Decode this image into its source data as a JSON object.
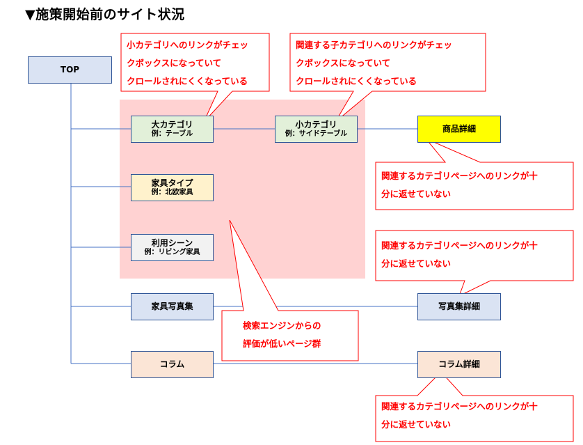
{
  "title": "▼施策開始前のサイト状況",
  "nodes": {
    "top": {
      "label": "TOP"
    },
    "large_category": {
      "label": "大カテゴリ",
      "example": "例：テーブル"
    },
    "small_category": {
      "label": "小カテゴリ",
      "example": "例：サイドテーブル"
    },
    "product_detail": {
      "label": "商品詳細"
    },
    "furniture_type": {
      "label": "家具タイプ",
      "example": "例：北欧家具"
    },
    "usage_scene": {
      "label": "利用シーン",
      "example": "例：リビング家具"
    },
    "photo_collection": {
      "label": "家具写真集"
    },
    "photo_collection_detail": {
      "label": "写真集詳細"
    },
    "column": {
      "label": "コラム"
    },
    "column_detail": {
      "label": "コラム詳細"
    }
  },
  "callouts": {
    "small_category_links": [
      "小カテゴリへのリンクがチェッ",
      "クボックスになっていて",
      "クロールされにくくなっている"
    ],
    "child_category_links": [
      "関連する子カテゴリへのリンクがチェッ",
      "クボックスになっていて",
      "クロールされにくくなっている"
    ],
    "product_detail_links": [
      "関連するカテゴリページへのリンクが十",
      "分に返せていない"
    ],
    "photo_detail_links": [
      "関連するカテゴリページへのリンクが十",
      "分に返せていない"
    ],
    "low_evaluation": [
      "検索エンジンからの",
      "評価が低いページ群"
    ],
    "column_detail_links": [
      "関連するカテゴリページへのリンクが十",
      "分に返せていない"
    ]
  },
  "colors": {
    "callout_text": "#ff0000",
    "callout_border": "#ff0000",
    "connector": "#4472c4",
    "low_evaluation_zone": "#ffd2d2"
  }
}
